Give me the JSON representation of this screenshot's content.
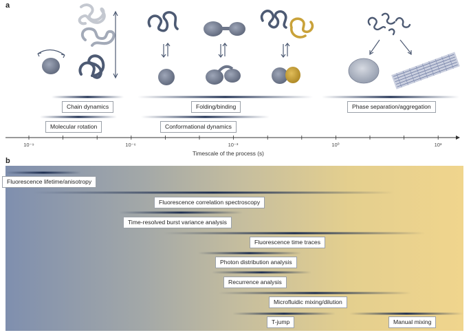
{
  "panel_a": {
    "letter": "a",
    "process_labels": [
      {
        "id": "chain-dynamics",
        "text": "Chain dynamics"
      },
      {
        "id": "molecular-rotation",
        "text": "Molecular rotation"
      },
      {
        "id": "folding-binding",
        "text": "Folding/binding"
      },
      {
        "id": "conformational-dynamics",
        "text": "Conformational dynamics"
      },
      {
        "id": "phase-separation",
        "text": "Phase separation/aggregation"
      }
    ],
    "axis": {
      "title": "Timescale of the process (s)",
      "ticks": [
        "10⁻⁹",
        "10⁻⁶",
        "10⁻³",
        "10⁰",
        "10³"
      ]
    }
  },
  "panel_b": {
    "letter": "b",
    "methods": [
      {
        "id": "fluorescence-lifetime",
        "text": "Fluorescence lifetime/anisotropy"
      },
      {
        "id": "fcs",
        "text": "Fluorescence correlation spectroscopy"
      },
      {
        "id": "burst-variance",
        "text": "Time-resolved burst variance analysis"
      },
      {
        "id": "time-traces",
        "text": "Fluorescence time traces"
      },
      {
        "id": "photon-distribution",
        "text": "Photon distribution analysis"
      },
      {
        "id": "recurrence",
        "text": "Recurrence analysis"
      },
      {
        "id": "microfluidic",
        "text": "Microfluidic mixing/dilution"
      },
      {
        "id": "t-jump",
        "text": "T-jump"
      },
      {
        "id": "manual-mixing",
        "text": "Manual mixing"
      }
    ]
  },
  "colors": {
    "chain": "#5b6b85",
    "chain_light": "#c4c8d0",
    "chain_mid": "#9aa2b0",
    "globule": "#7a8296",
    "ligand": "#c9a23a",
    "bar": "#1e2f52"
  }
}
